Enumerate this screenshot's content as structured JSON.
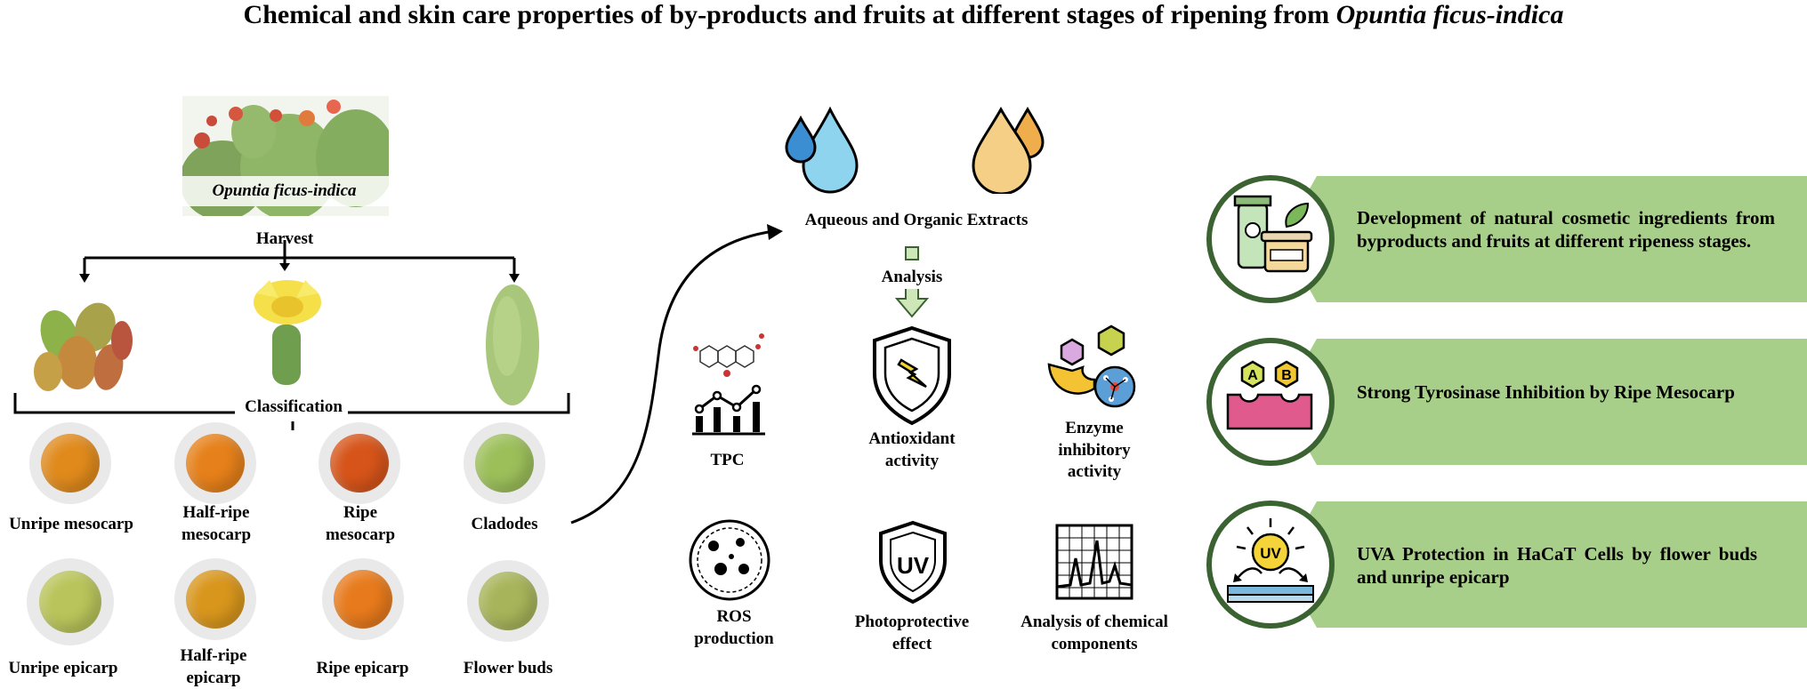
{
  "title": {
    "main": "Chemical and skin care properties of by-products and fruits at different stages of ripening from ",
    "species": "Opuntia ficus-indica"
  },
  "left": {
    "plant_label": "Opuntia ficus-indica",
    "harvest": "Harvest",
    "classification": "Classification",
    "samples": [
      {
        "label": "Unripe mesocarp",
        "color": "#e08a1c"
      },
      {
        "label": "Half-ripe mesocarp",
        "color": "#e6801a"
      },
      {
        "label": "Ripe mesocarp",
        "color": "#d6541a"
      },
      {
        "label": "Cladodes",
        "color": "#9cbf5a"
      },
      {
        "label": "Unripe epicarp",
        "color": "#b9c45a"
      },
      {
        "label": "Half-ripe epicarp",
        "color": "#d8961c"
      },
      {
        "label": "Ripe epicarp",
        "color": "#e77a1c"
      },
      {
        "label": "Flower buds",
        "color": "#a8b45a"
      }
    ]
  },
  "middle": {
    "extracts": "Aqueous and Organic Extracts",
    "analysis": "Analysis",
    "assays": {
      "tpc": "TPC",
      "antioxidant": "Antioxidant activity",
      "enzyme": "Enzyme inhibitory activity",
      "ros": "ROS production",
      "photo": "Photoprotective effect",
      "chem": "Analysis of chemical components"
    },
    "uv_text": "UV",
    "ab_a": "A",
    "ab_b": "B",
    "uv_sun": "UV"
  },
  "right": {
    "conclusions": [
      "Development of natural cosmetic ingredients from byproducts and fruits at different ripeness stages.",
      "Strong Tyrosinase Inhibition by Ripe Mesocarp",
      "UVA Protection in HaCaT Cells by flower buds and unripe epicarp"
    ]
  },
  "colors": {
    "banner": "#a8cf8a",
    "banner_border": "#3b6331",
    "drop_blue": "#8fd4ef",
    "drop_orange": "#f6cf86"
  }
}
